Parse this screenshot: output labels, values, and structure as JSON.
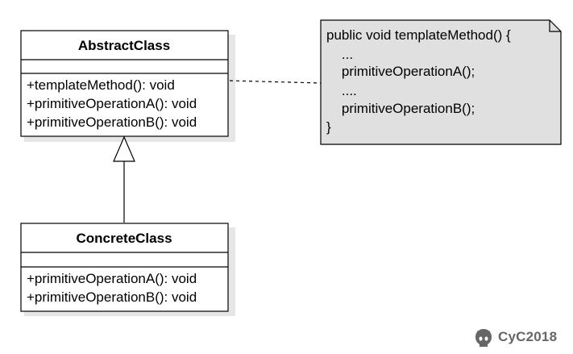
{
  "diagram": {
    "abstract_class": {
      "name": "AbstractClass",
      "methods": [
        "+templateMethod(): void",
        "+primitiveOperationA(): void",
        "+primitiveOperationB(): void"
      ]
    },
    "concrete_class": {
      "name": "ConcreteClass",
      "methods": [
        "+primitiveOperationA(): void",
        "+primitiveOperationB(): void"
      ]
    },
    "note": {
      "lines": [
        "public void templateMethod() {",
        "    ...",
        "    primitiveOperationA();",
        "    ....",
        "    primitiveOperationB();",
        "}"
      ]
    }
  },
  "watermark": {
    "text": "CyC2018",
    "icon": "github-octocat-icon"
  },
  "colors": {
    "note_fill": "#e0e0e0",
    "shadow": "#e6e6e6",
    "watermark": "#666666"
  }
}
